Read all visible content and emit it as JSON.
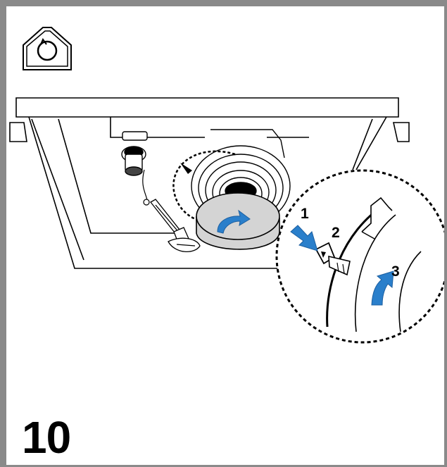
{
  "step": {
    "number": "10"
  },
  "callouts": {
    "one": "1",
    "two": "2",
    "three": "3"
  },
  "icons": {
    "maintenance": "house-with-circular-arrow-icon",
    "push": "blue-arrow-icon",
    "rotate": "blue-curved-arrow-icon"
  },
  "colors": {
    "frame": "#8a8a8a",
    "accent_blue": "#2a7fcb",
    "filter_grey": "#d4d4d4",
    "line": "#000000"
  }
}
